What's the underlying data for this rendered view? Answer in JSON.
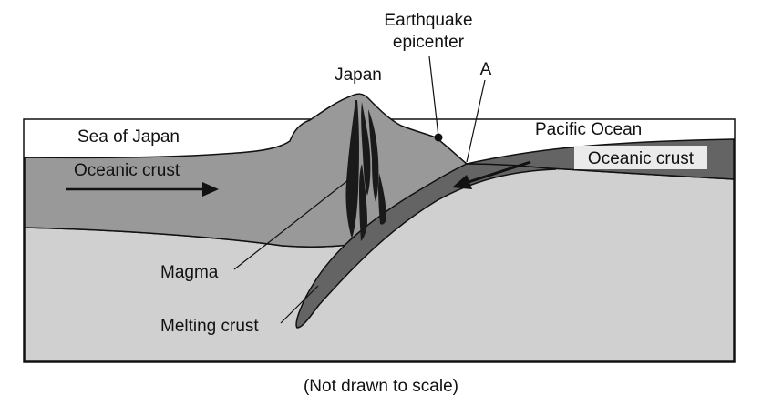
{
  "labels": {
    "earthquake_line1": "Earthquake",
    "earthquake_line2": "epicenter",
    "point_a": "A",
    "japan": "Japan",
    "sea_of_japan": "Sea of Japan",
    "pacific_ocean": "Pacific Ocean",
    "oceanic_crust_left": "Oceanic crust",
    "oceanic_crust_right": "Oceanic crust",
    "magma": "Magma",
    "melting_crust": "Melting crust",
    "caption": "(Not drawn to scale)"
  },
  "colors": {
    "ocean_water": "#ffffff",
    "crust_medium_gray": "#999999",
    "mantle_light_gray": "#d0d0d0",
    "subducting_plate_dark_gray": "#646464",
    "magma_black": "#1a1a1a",
    "label_box": "#ebebeb",
    "outline": "#111111"
  }
}
